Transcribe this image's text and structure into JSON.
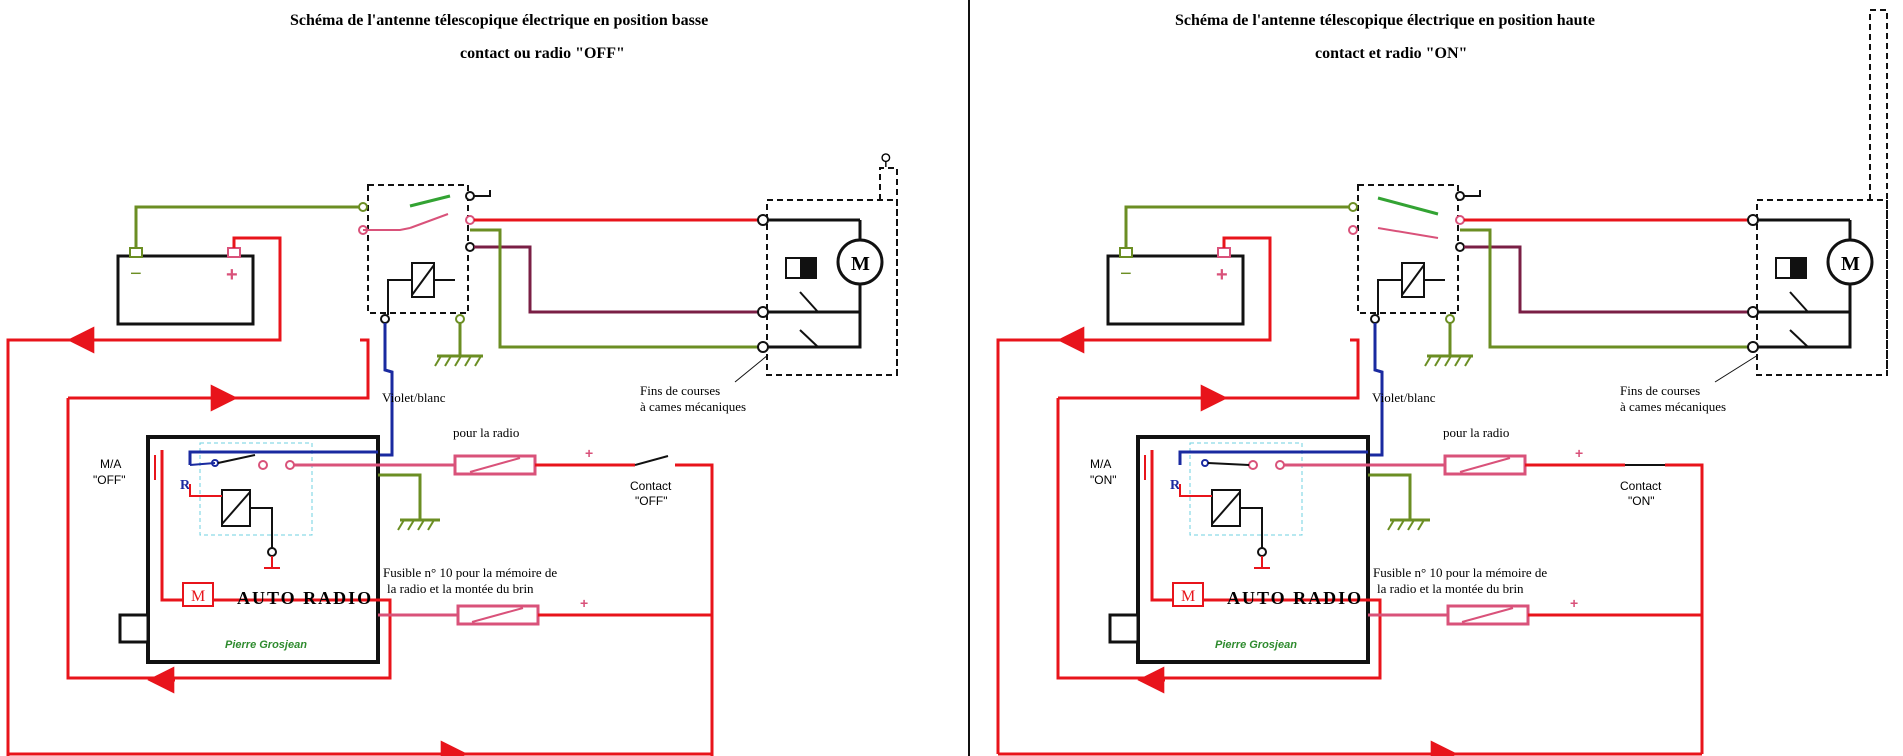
{
  "panels": [
    {
      "title_line1": "Schéma   de l'antenne télescopique électrique  en position basse",
      "title_line2": "contact ou radio   \"OFF\"",
      "label_violet": "Violet/blanc",
      "label_fins1": "Fins de courses",
      "label_fins2": "à cames mécaniques",
      "label_pour_radio": "pour la radio",
      "label_contact": "Contact",
      "label_contact_state": "\"OFF\"",
      "label_ma": "M/A",
      "label_ma_state": "\"OFF\"",
      "label_r": "R",
      "label_fusible1": "Fusible n° 10 pour la mémoire de",
      "label_fusible2": "la radio et la montée du brin",
      "label_auto_radio": "AUTO RADIO",
      "label_m": "M",
      "label_author": "Pierre Grosjean",
      "label_plus": "+",
      "label_minus": "−",
      "label_motor": "M"
    },
    {
      "title_line1": "Schéma   de l'antenne télescopique électrique  en position  haute",
      "title_line2": "contact  et  radio   \"ON\"",
      "label_violet": "Violet/blanc",
      "label_fins1": "Fins de courses",
      "label_fins2": "à cames mécaniques",
      "label_pour_radio": "pour la radio",
      "label_contact": "Contact",
      "label_contact_state": "\"ON\"",
      "label_ma": "M/A",
      "label_ma_state": "\"ON\"",
      "label_r": "R",
      "label_fusible1": "Fusible n° 10 pour la mémoire de",
      "label_fusible2": "la radio et la montée du brin",
      "label_auto_radio": "AUTO RADIO",
      "label_m": "M",
      "label_author": "Pierre Grosjean",
      "label_plus": "+",
      "label_minus": "−",
      "label_motor": "M"
    }
  ],
  "colors": {
    "power_red": "#e8141b",
    "ground_green": "#6b8e23",
    "wire_pink": "#d9527a",
    "wire_maroon": "#7a1f45",
    "wire_blue": "#1a2aa0",
    "relay_cyan": "#6fd0e0",
    "author_green": "#2e8b2e",
    "black": "#111111"
  }
}
